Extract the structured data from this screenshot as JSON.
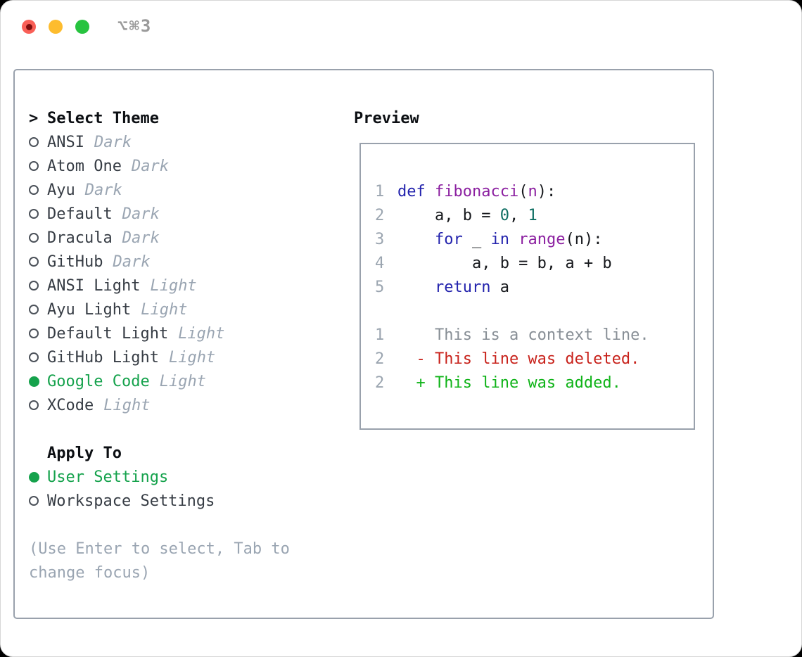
{
  "titlebar": {
    "title": "⌥⌘3",
    "buttons": [
      "close",
      "minimize",
      "zoom"
    ]
  },
  "theme_selector": {
    "cursor": ">",
    "title": "Select Theme",
    "items": [
      {
        "name": "ANSI",
        "variant": "Dark",
        "selected": false
      },
      {
        "name": "Atom One",
        "variant": "Dark",
        "selected": false
      },
      {
        "name": "Ayu",
        "variant": "Dark",
        "selected": false
      },
      {
        "name": "Default",
        "variant": "Dark",
        "selected": false
      },
      {
        "name": "Dracula",
        "variant": "Dark",
        "selected": false
      },
      {
        "name": "GitHub",
        "variant": "Dark",
        "selected": false
      },
      {
        "name": "ANSI Light",
        "variant": "Light",
        "selected": false
      },
      {
        "name": "Ayu Light",
        "variant": "Light",
        "selected": false
      },
      {
        "name": "Default Light",
        "variant": "Light",
        "selected": false
      },
      {
        "name": "GitHub Light",
        "variant": "Light",
        "selected": false
      },
      {
        "name": "Google Code",
        "variant": "Light",
        "selected": true
      },
      {
        "name": "XCode",
        "variant": "Light",
        "selected": false
      }
    ]
  },
  "apply_to": {
    "title": "Apply To",
    "options": [
      {
        "label": "User Settings",
        "selected": true
      },
      {
        "label": "Workspace Settings",
        "selected": false
      }
    ]
  },
  "help": {
    "lines": [
      "(Use Enter to select, Tab to",
      "change focus)"
    ]
  },
  "preview": {
    "title": "Preview",
    "lines": [
      {
        "num": "1",
        "tokens": [
          {
            "t": "def",
            "c": "kw"
          },
          {
            "t": " ",
            "c": "pl"
          },
          {
            "t": "fibonacci",
            "c": "fn"
          },
          {
            "t": "(",
            "c": "pl"
          },
          {
            "t": "n",
            "c": "fn"
          },
          {
            "t": "):",
            "c": "pl"
          }
        ]
      },
      {
        "num": "2",
        "tokens": [
          {
            "t": "    a, b = ",
            "c": "pl"
          },
          {
            "t": "0",
            "c": "num"
          },
          {
            "t": ", ",
            "c": "pl"
          },
          {
            "t": "1",
            "c": "num"
          }
        ]
      },
      {
        "num": "3",
        "tokens": [
          {
            "t": "    ",
            "c": "pl"
          },
          {
            "t": "for",
            "c": "kw"
          },
          {
            "t": " _ ",
            "c": "pl"
          },
          {
            "t": "in",
            "c": "kw"
          },
          {
            "t": " ",
            "c": "pl"
          },
          {
            "t": "range",
            "c": "fn"
          },
          {
            "t": "(n):",
            "c": "pl"
          }
        ]
      },
      {
        "num": "4",
        "tokens": [
          {
            "t": "        a, b = b, a + b",
            "c": "pl"
          }
        ]
      },
      {
        "num": "5",
        "tokens": [
          {
            "t": "    ",
            "c": "pl"
          },
          {
            "t": "return",
            "c": "kw"
          },
          {
            "t": " a",
            "c": "pl"
          }
        ]
      },
      {
        "num": "",
        "tokens": []
      },
      {
        "num": "1",
        "tokens": [
          {
            "t": "    This is a context line.",
            "c": "ctx"
          }
        ]
      },
      {
        "num": "2",
        "tokens": [
          {
            "t": "  - This line was deleted.",
            "c": "del"
          }
        ]
      },
      {
        "num": "2",
        "tokens": [
          {
            "t": "  + This line was added.",
            "c": "add"
          }
        ]
      }
    ]
  },
  "colors": {
    "keyword": "#2323ad",
    "function": "#8b1fa0",
    "number": "#0d6e62",
    "plain": "#16181c",
    "context": "#878e95",
    "deleted": "#c8221b",
    "added": "#0fb318",
    "selected_green": "#15a24c",
    "muted": "#9aa5b2",
    "line_number": "#9ba5b0",
    "border": "#99a1ac",
    "traffic_red": "#f95f57",
    "traffic_yellow": "#fdbc2e",
    "traffic_green": "#27c33f"
  }
}
